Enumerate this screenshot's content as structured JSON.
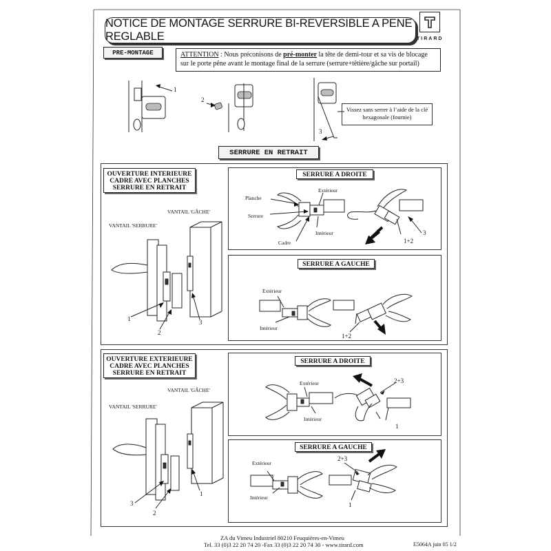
{
  "title": "NOTICE DE MONTAGE SERRURE BI-REVERSIBLE A PENE REGLABLE",
  "brand": {
    "logo_letter": "T",
    "word": "TIRARD"
  },
  "premontage": {
    "label": "PRE-MONTAGE",
    "attention_word": "ATTENTION",
    "attention_pre": " : Nous préconisons de ",
    "attention_bold": "pré-monter",
    "attention_post": " la tête de demi-tour et sa vis de blocage sur le porte pêne avant le montage final de la serrure (serrure+têtière/gâche sur portail)",
    "step1": "1",
    "step2": "2",
    "step3": "3",
    "note": "Vissez sans serrer à l’aide de la clé hexagonale (fournie)"
  },
  "section_label": "SERRURE EN RETRAIT",
  "panel_interior": {
    "heading_lines": [
      "OUVERTURE INTERIEURE",
      "CADRE AVEC PLANCHES",
      "SERRURE EN RETRAIT"
    ],
    "vantail_gache": "VANTAIL 'GÂCHE'",
    "vantail_serrure": "VANTAIL 'SERRURE'",
    "n1": "1",
    "n2": "2",
    "n3": "3",
    "droite": {
      "heading": "SERRURE A DROITE",
      "exterieur": "Extérieur",
      "planche": "Planche",
      "serrure": "Serrure",
      "interieur": "Intérieur",
      "cadre": "Cadre",
      "step_12": "1+2",
      "step_3": "3"
    },
    "gauche": {
      "heading": "SERRURE A GAUCHE",
      "exterieur": "Extérieur",
      "interieur": "Intérieur",
      "step_12": "1+2"
    }
  },
  "panel_exterior": {
    "heading_lines": [
      "OUVERTURE EXTERIEURE",
      "CADRE AVEC PLANCHES",
      "SERRURE EN RETRAIT"
    ],
    "vantail_gache": "VANTAIL 'GÂCHE'",
    "vantail_serrure": "VANTAIL 'SERRURE'",
    "n1": "1",
    "n2": "2",
    "n3": "3",
    "droite": {
      "heading": "SERRURE A DROITE",
      "exterieur": "Extérieur",
      "interieur": "Intérieur",
      "step_23": "2+3",
      "step_1": "1"
    },
    "gauche": {
      "heading": "SERRURE A GAUCHE",
      "exterieur": "Extérieur",
      "interieur": "Intérieur",
      "step_23": "2+3",
      "step_1": "1"
    }
  },
  "footer": {
    "address": "ZA du Vimeu Industriel  80210 Feuquières-en-Vimeu",
    "contact": "Tel. 33 (0)3 22 20 74 20 -Fax 33 (0)3 22 20 74 30 - www.tirard.com",
    "ref": "E5064A  juin 05  1/2"
  }
}
